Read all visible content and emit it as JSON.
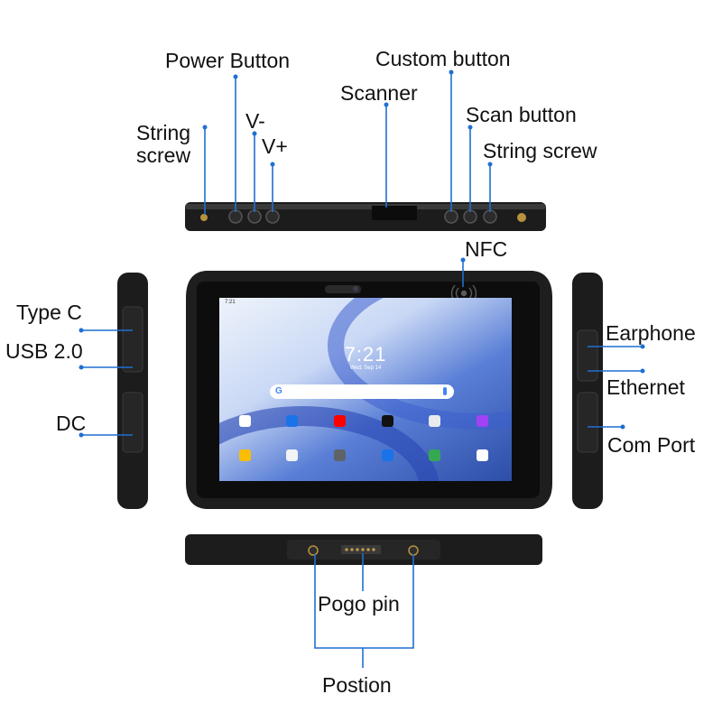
{
  "labels": {
    "power_button": "Power Button",
    "custom_button": "Custom button",
    "scanner": "Scanner",
    "scan_button": "Scan button",
    "string_screw_left_1": "String",
    "string_screw_left_2": "screw",
    "v_minus": "V-",
    "v_plus": "V+",
    "string_screw_right": "String screw",
    "nfc": "NFC",
    "type_c": "Type C",
    "usb": "USB 2.0",
    "dc": "DC",
    "earphone": "Earphone",
    "ethernet": "Ethernet",
    "com_port": "Com Port",
    "pogo_pin": "Pogo pin",
    "position": "Postion"
  },
  "screen": {
    "status_time": "7:21",
    "clock": "7:21",
    "date": "Wed, Sep 14"
  },
  "colors": {
    "leader_line": "#1f6fd1",
    "device_body": "#1c1c1c"
  }
}
